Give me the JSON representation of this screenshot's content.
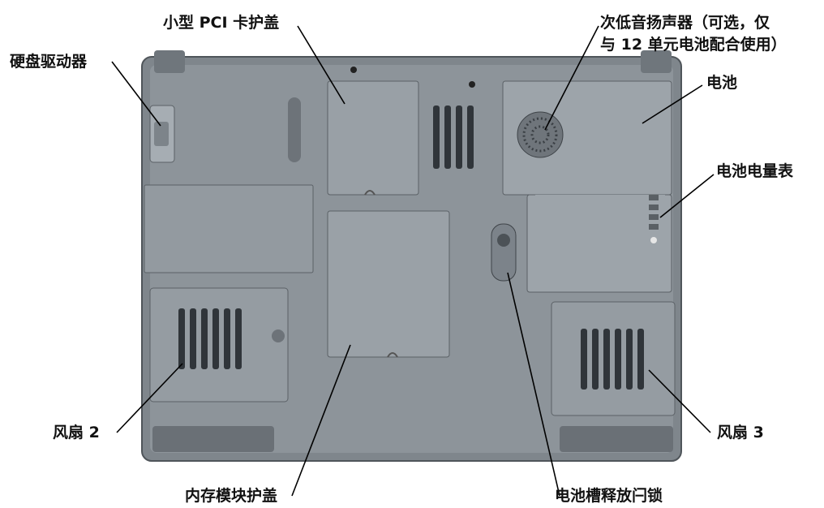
{
  "labels": {
    "hard_drive": "硬盘驱动器",
    "mini_pci_cover": "小型 PCI 卡护盖",
    "subwoofer_line1": "次低音扬声器（可选，仅",
    "subwoofer_line2": "与 12 单元电池配合使用）",
    "battery": "电池",
    "battery_gauge": "电池电量表",
    "fan2": "风扇 2",
    "memory_cover": "内存模块护盖",
    "battery_latch": "电池槽释放闩锁",
    "fan3": "风扇 3"
  },
  "colors": {
    "body": "#8a9197",
    "body_dark": "#5d6369",
    "panel": "#9aa1a7",
    "vent": "#2e3237",
    "line": "#000000"
  }
}
